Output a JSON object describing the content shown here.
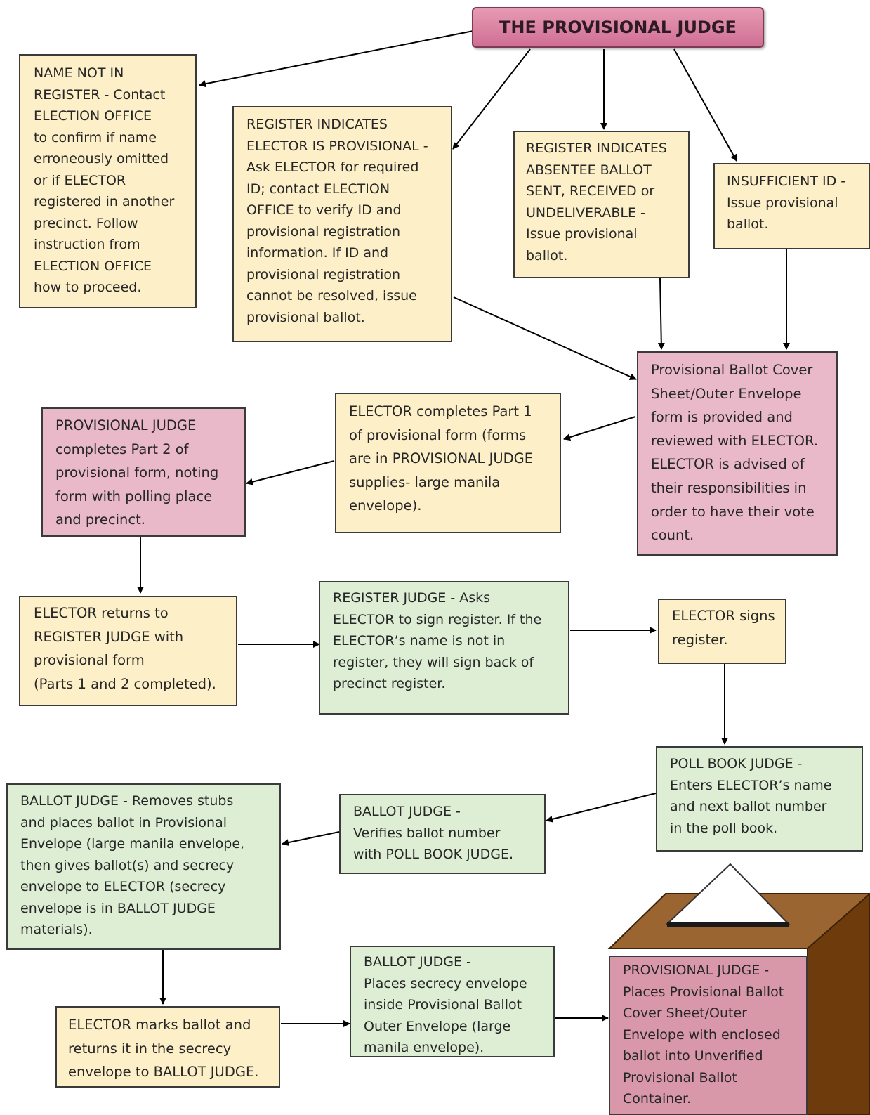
{
  "title": "THE PROVISIONAL JUDGE",
  "colors": {
    "yellow_box": "#fdf0c8",
    "pink_box": "#e9b9c9",
    "green_box": "#deeed5",
    "title_box": "#d97f9f",
    "ballot_box": "#7a4a1c"
  },
  "boxes": {
    "name_not_in_register": "NAME NOT IN\nREGISTER - Contact\nELECTION OFFICE\nto confirm if name\nerroneously omitted\nor if ELECTOR\nregistered in another\nprecinct. Follow\ninstruction from\nELECTION OFFICE\nhow to proceed.",
    "register_provisional": "REGISTER INDICATES\nELECTOR IS PROVISIONAL -\nAsk ELECTOR for required\nID; contact ELECTION\nOFFICE to verify ID and\nprovisional registration\ninformation. If ID and\nprovisional registration\ncannot be resolved, issue\nprovisional ballot.",
    "register_absentee": "REGISTER INDICATES\nABSENTEE BALLOT\nSENT, RECEIVED or\nUNDELIVERABLE -\nIssue provisional\nballot.",
    "insufficient_id": "INSUFFICIENT ID -\nIssue provisional\nballot.",
    "cover_sheet": "Provisional Ballot Cover\nSheet/Outer Envelope\nform is provided and\nreviewed with ELECTOR.\nELECTOR is advised of\ntheir responsibilities in\norder to have their vote\ncount.",
    "elector_part1": "ELECTOR completes Part 1\nof provisional form (forms\nare in PROVISIONAL JUDGE\nsupplies- large manila\nenvelope).",
    "judge_part2": "PROVISIONAL JUDGE\ncompletes Part 2 of\nprovisional form, noting\nform with polling place\nand precinct.",
    "elector_returns": "ELECTOR returns to\nREGISTER JUDGE with\nprovisional form\n(Parts 1 and 2 completed).",
    "register_judge": "REGISTER JUDGE  - Asks\nELECTOR to sign register. If the\nELECTOR’s name is not in\nregister, they will sign back of\nprecinct register.",
    "elector_signs": "ELECTOR signs\nregister.",
    "poll_book_judge": "POLL BOOK JUDGE  -\nEnters ELECTOR’s name\nand next ballot number\nin the poll book.",
    "ballot_judge_verifies": "BALLOT JUDGE  -\nVerifies ballot number\nwith POLL BOOK JUDGE.",
    "ballot_judge_removes": "BALLOT JUDGE - Removes stubs\nand places ballot in Provisional\nEnvelope (large manila envelope,\nthen gives ballot(s) and secrecy\nenvelope to ELECTOR (secrecy\nenvelope is in BALLOT JUDGE\nmaterials).",
    "elector_marks": "ELECTOR marks ballot and\nreturns it in the secrecy\nenvelope to BALLOT JUDGE.",
    "ballot_judge_places": "BALLOT JUDGE  -\nPlaces secrecy envelope\ninside Provisional Ballot\nOuter Envelope (large\nmanila envelope).",
    "judge_container": "PROVISIONAL JUDGE  -\nPlaces Provisional Ballot\nCover Sheet/Outer\nEnvelope with enclosed\nballot into Unverified\nProvisional Ballot\nContainer."
  }
}
